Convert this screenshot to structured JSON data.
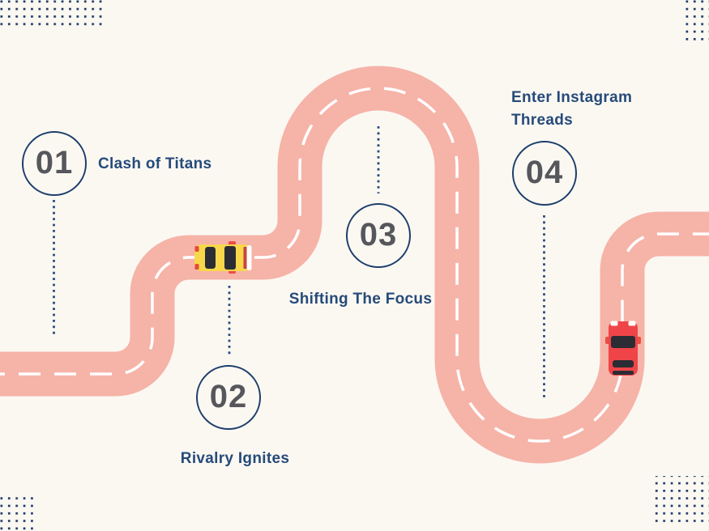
{
  "page": {
    "type": "roadmap-infographic",
    "background": "#fbf8f2"
  },
  "colors": {
    "road": "#f6b3a8",
    "road_marking": "#ffffff",
    "navy_text": "#264b7a",
    "circle_border": "#1d3e6c",
    "number_gray": "#56575c",
    "dot_pattern_navy": "#1f3a68",
    "car_yellow": "#f8d74b",
    "car_red": "#ef4549"
  },
  "milestones": [
    {
      "number": "01",
      "label": "Clash of Titans"
    },
    {
      "number": "02",
      "label": "Rivalry Ignites"
    },
    {
      "number": "03",
      "label": "Shifting The Focus"
    },
    {
      "number": "04",
      "label": "Enter Instagram Threads"
    }
  ],
  "icons": [
    {
      "name": "yellow-car-icon",
      "meaning": "car driving on road heading right"
    },
    {
      "name": "red-car-icon",
      "meaning": "car driving on road heading up"
    },
    {
      "name": "corner-dot-grid",
      "meaning": "decorative dotted pattern"
    }
  ]
}
